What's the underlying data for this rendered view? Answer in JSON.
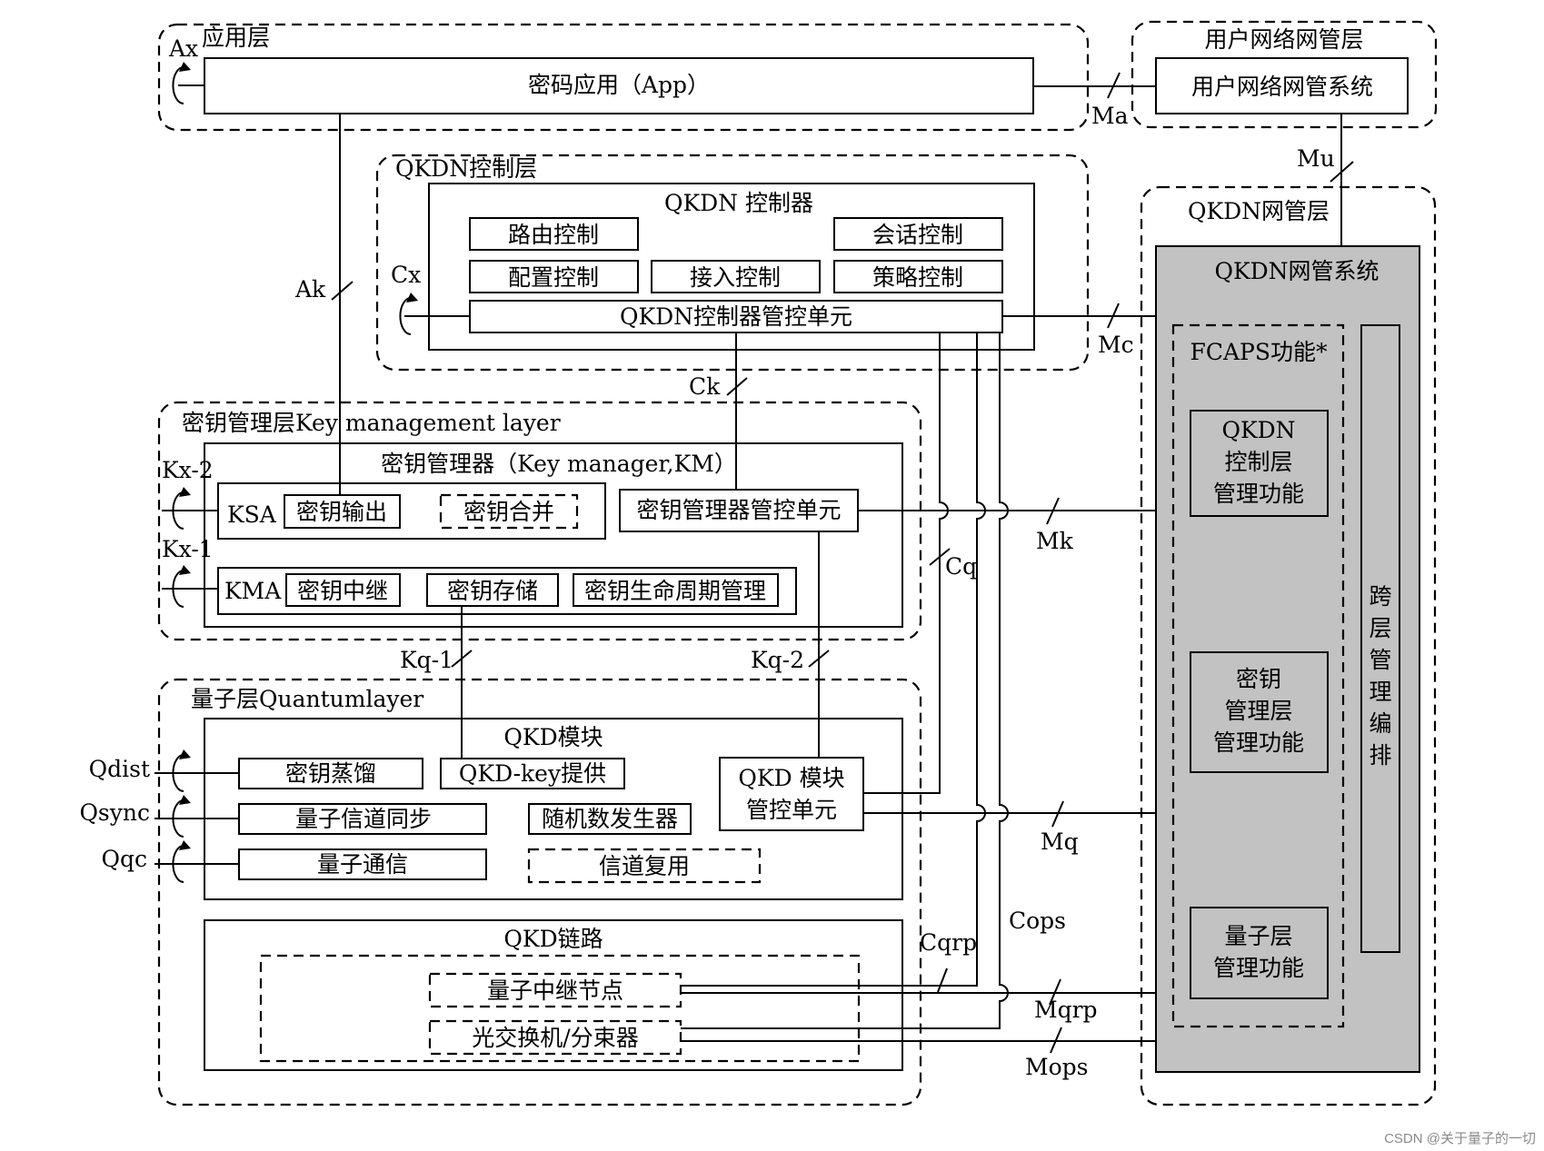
{
  "layers": {
    "app": "应用层",
    "user_nms_layer": "用户网络网管层",
    "qkdn_control": "QKDN控制层",
    "qkdn_nms_layer": "QKDN网管层",
    "key_management": "密钥管理层Key management layer",
    "quantum": "量子层Quantumlayer"
  },
  "boxes": {
    "crypto_app": "密码应用（App）",
    "user_nms_system": "用户网络网管系统",
    "qkdn_controller": "QKDN 控制器",
    "routing_control": "路由控制",
    "session_control": "会话控制",
    "config_control": "配置控制",
    "access_control": "接入控制",
    "policy_control": "策略控制",
    "controller_mgmt_unit": "QKDN控制器管控单元",
    "key_manager": "密钥管理器（Key manager,KM）",
    "ksa": "KSA",
    "key_output": "密钥输出",
    "key_merge": "密钥合并",
    "km_mgmt_unit": "密钥管理器管控单元",
    "kma": "KMA",
    "key_relay": "密钥中继",
    "key_storage": "密钥存储",
    "key_lifecycle": "密钥生命周期管理",
    "qkd_module": "QKD模块",
    "key_distill": "密钥蒸馏",
    "qkd_key_supply": "QKD-key提供",
    "qkd_module_mgmt_line1": "QKD 模块",
    "qkd_module_mgmt_line2": "管控单元",
    "quantum_sync": "量子信道同步",
    "rng": "随机数发生器",
    "quantum_comm": "量子通信",
    "channel_mux": "信道复用",
    "qkd_link": "QKD链路",
    "quantum_relay_node": "量子中继节点",
    "optical_switch": "光交换机/分束器",
    "qkdn_nms_system": "QKDN网管系统",
    "fcaps": "FCAPS功能*",
    "qkdn_ctrl_mgmt": [
      "QKDN",
      "控制层",
      "管理功能"
    ],
    "km_layer_mgmt": [
      "密钥",
      "管理层",
      "管理功能"
    ],
    "quantum_layer_mgmt": [
      "量子层",
      "管理功能"
    ],
    "cross_layer": [
      "跨",
      "层",
      "管",
      "理",
      "编",
      "排"
    ]
  },
  "interfaces": {
    "ax": "Ax",
    "ma": "Ma",
    "mu": "Mu",
    "ak": "Ak",
    "cx": "Cx",
    "mc": "Mc",
    "ck": "Ck",
    "kx2": "Kx-2",
    "kx1": "Kx-1",
    "mk": "Mk",
    "cq": "Cq",
    "kq1": "Kq-1",
    "kq2": "Kq-2",
    "qdist": "Qdist",
    "qsync": "Qsync",
    "qqc": "Qqc",
    "mq": "Mq",
    "cqrp": "Cqrp",
    "cops": "Cops",
    "mqrp": "Mqrp",
    "mops": "Mops"
  },
  "watermark": "CSDN @关于量子的一切",
  "colors": {
    "nms_fill": "#c2c2c2",
    "line": "#000000"
  }
}
